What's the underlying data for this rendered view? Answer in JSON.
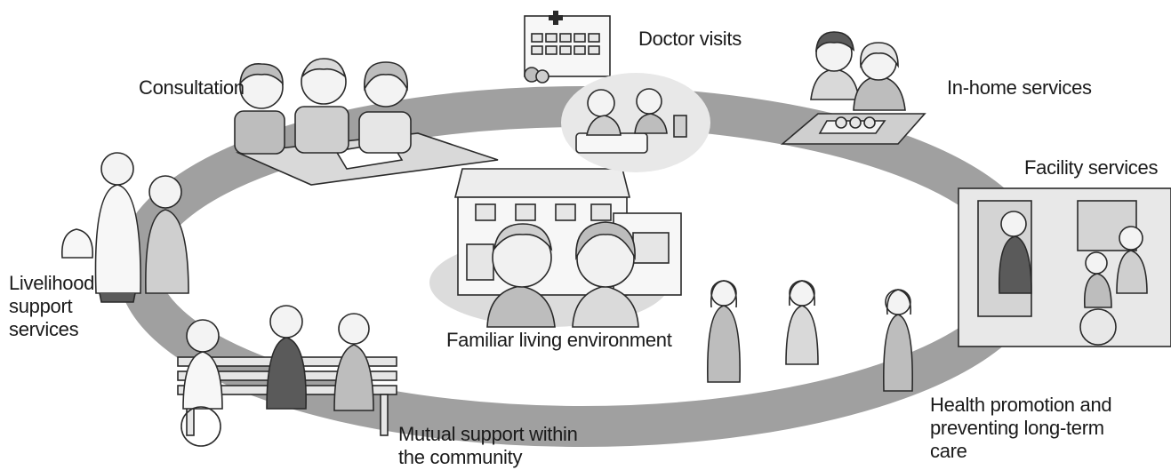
{
  "diagram": {
    "center": {
      "label": "Familiar living environment"
    },
    "nodes": [
      {
        "id": "consultation",
        "label": "Consultation",
        "icon": "consultation-people-icon"
      },
      {
        "id": "doctor",
        "label": "Doctor visits",
        "icon": "hospital-icon"
      },
      {
        "id": "in_home",
        "label": "In-home services",
        "icon": "caregiver-meal-icon"
      },
      {
        "id": "facility",
        "label": "Facility services",
        "icon": "wheelchair-facility-icon"
      },
      {
        "id": "health",
        "label_lines": [
          "Health promotion and",
          "preventing long-term",
          "care"
        ],
        "icon": "exercise-people-icon"
      },
      {
        "id": "mutual",
        "label_lines": [
          "Mutual support within",
          "the community"
        ],
        "icon": "bench-people-icon"
      },
      {
        "id": "livelihood",
        "label_lines": [
          "Livelihood",
          "support",
          "services"
        ],
        "icon": "shopping-helper-icon"
      }
    ],
    "colors": {
      "ring": "#9e9e9e",
      "center_disc": "#dcdcdc",
      "ink": "#2a2a2a",
      "fill_light": "#e6e6e6",
      "fill_mid": "#bdbdbd"
    }
  }
}
